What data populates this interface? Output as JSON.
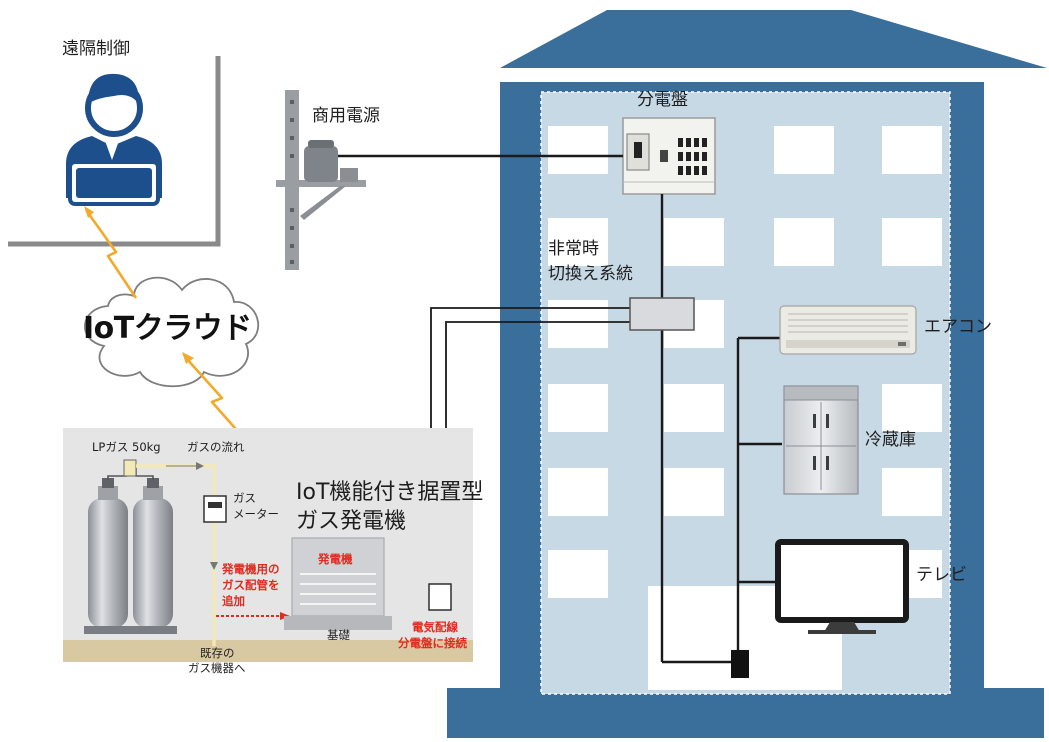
{
  "labels": {
    "remote_control": "遠隔制御",
    "commercial_power": "商用電源",
    "distribution_board": "分電盤",
    "emergency_switch_line1": "非常時",
    "emergency_switch_line2": "切換え系統",
    "air_conditioner": "エアコン",
    "refrigerator": "冷蔵庫",
    "television": "テレビ",
    "iot_cloud": "IoTクラウド",
    "lp_gas": "LPガス 50kg",
    "gas_flow": "ガスの流れ",
    "gas_meter_line1": "ガス",
    "gas_meter_line2": "メーター",
    "generator_title_line1": "IoT機能付き据置型",
    "generator_title_line2": "ガス発電機",
    "generator_name": "発電機",
    "gas_pipe_note_line1": "発電機用の",
    "gas_pipe_note_line2": "ガス配管を",
    "gas_pipe_note_line3": "追加",
    "foundation": "基礎",
    "existing_line1": "既存の",
    "existing_line2": "ガス機器へ",
    "wiring_note_line1": "電気配線",
    "wiring_note_line2": "分電盤に接続"
  },
  "colors": {
    "building": "#3a6e9b",
    "building_inner": "#c8d9e6",
    "window": "#ffffff",
    "person": "#1e4f8d",
    "wire": "#1a1a1a",
    "signal": "#f3aa2b",
    "note_red": "#e12a20"
  }
}
